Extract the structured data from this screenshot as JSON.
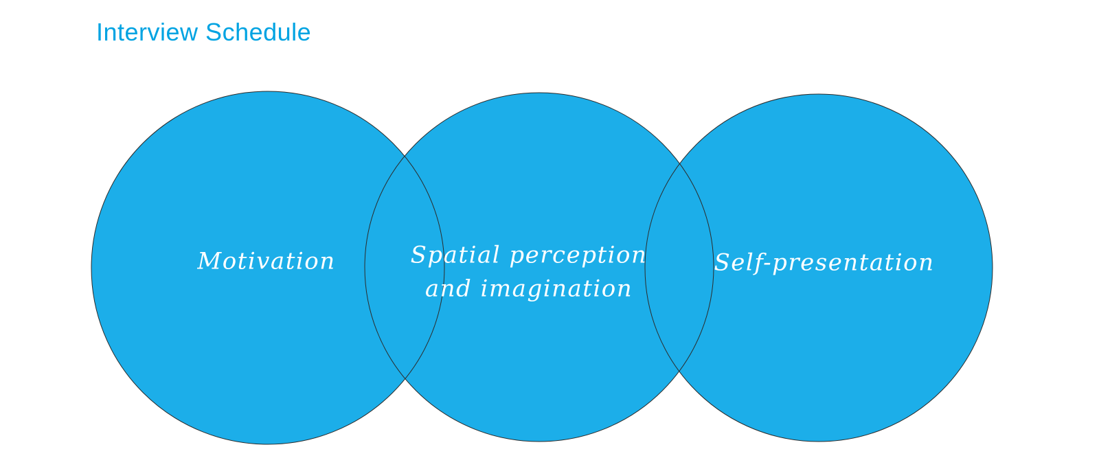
{
  "title": "Interview Schedule",
  "colors": {
    "background": "#FFFFFF",
    "title_text": "#00A3E2",
    "circle_fill": "#1CAEE9",
    "circle_stroke": "#2B2B2B",
    "circle_text": "#FFFFFF"
  },
  "diagram": {
    "type": "overlapping-circles",
    "circles": [
      {
        "id": "motivation",
        "label": "Motivation"
      },
      {
        "id": "spatial-perception",
        "label": "Spatial perception\nand imagination"
      },
      {
        "id": "self-presentation",
        "label": "Self-presentation"
      }
    ]
  }
}
